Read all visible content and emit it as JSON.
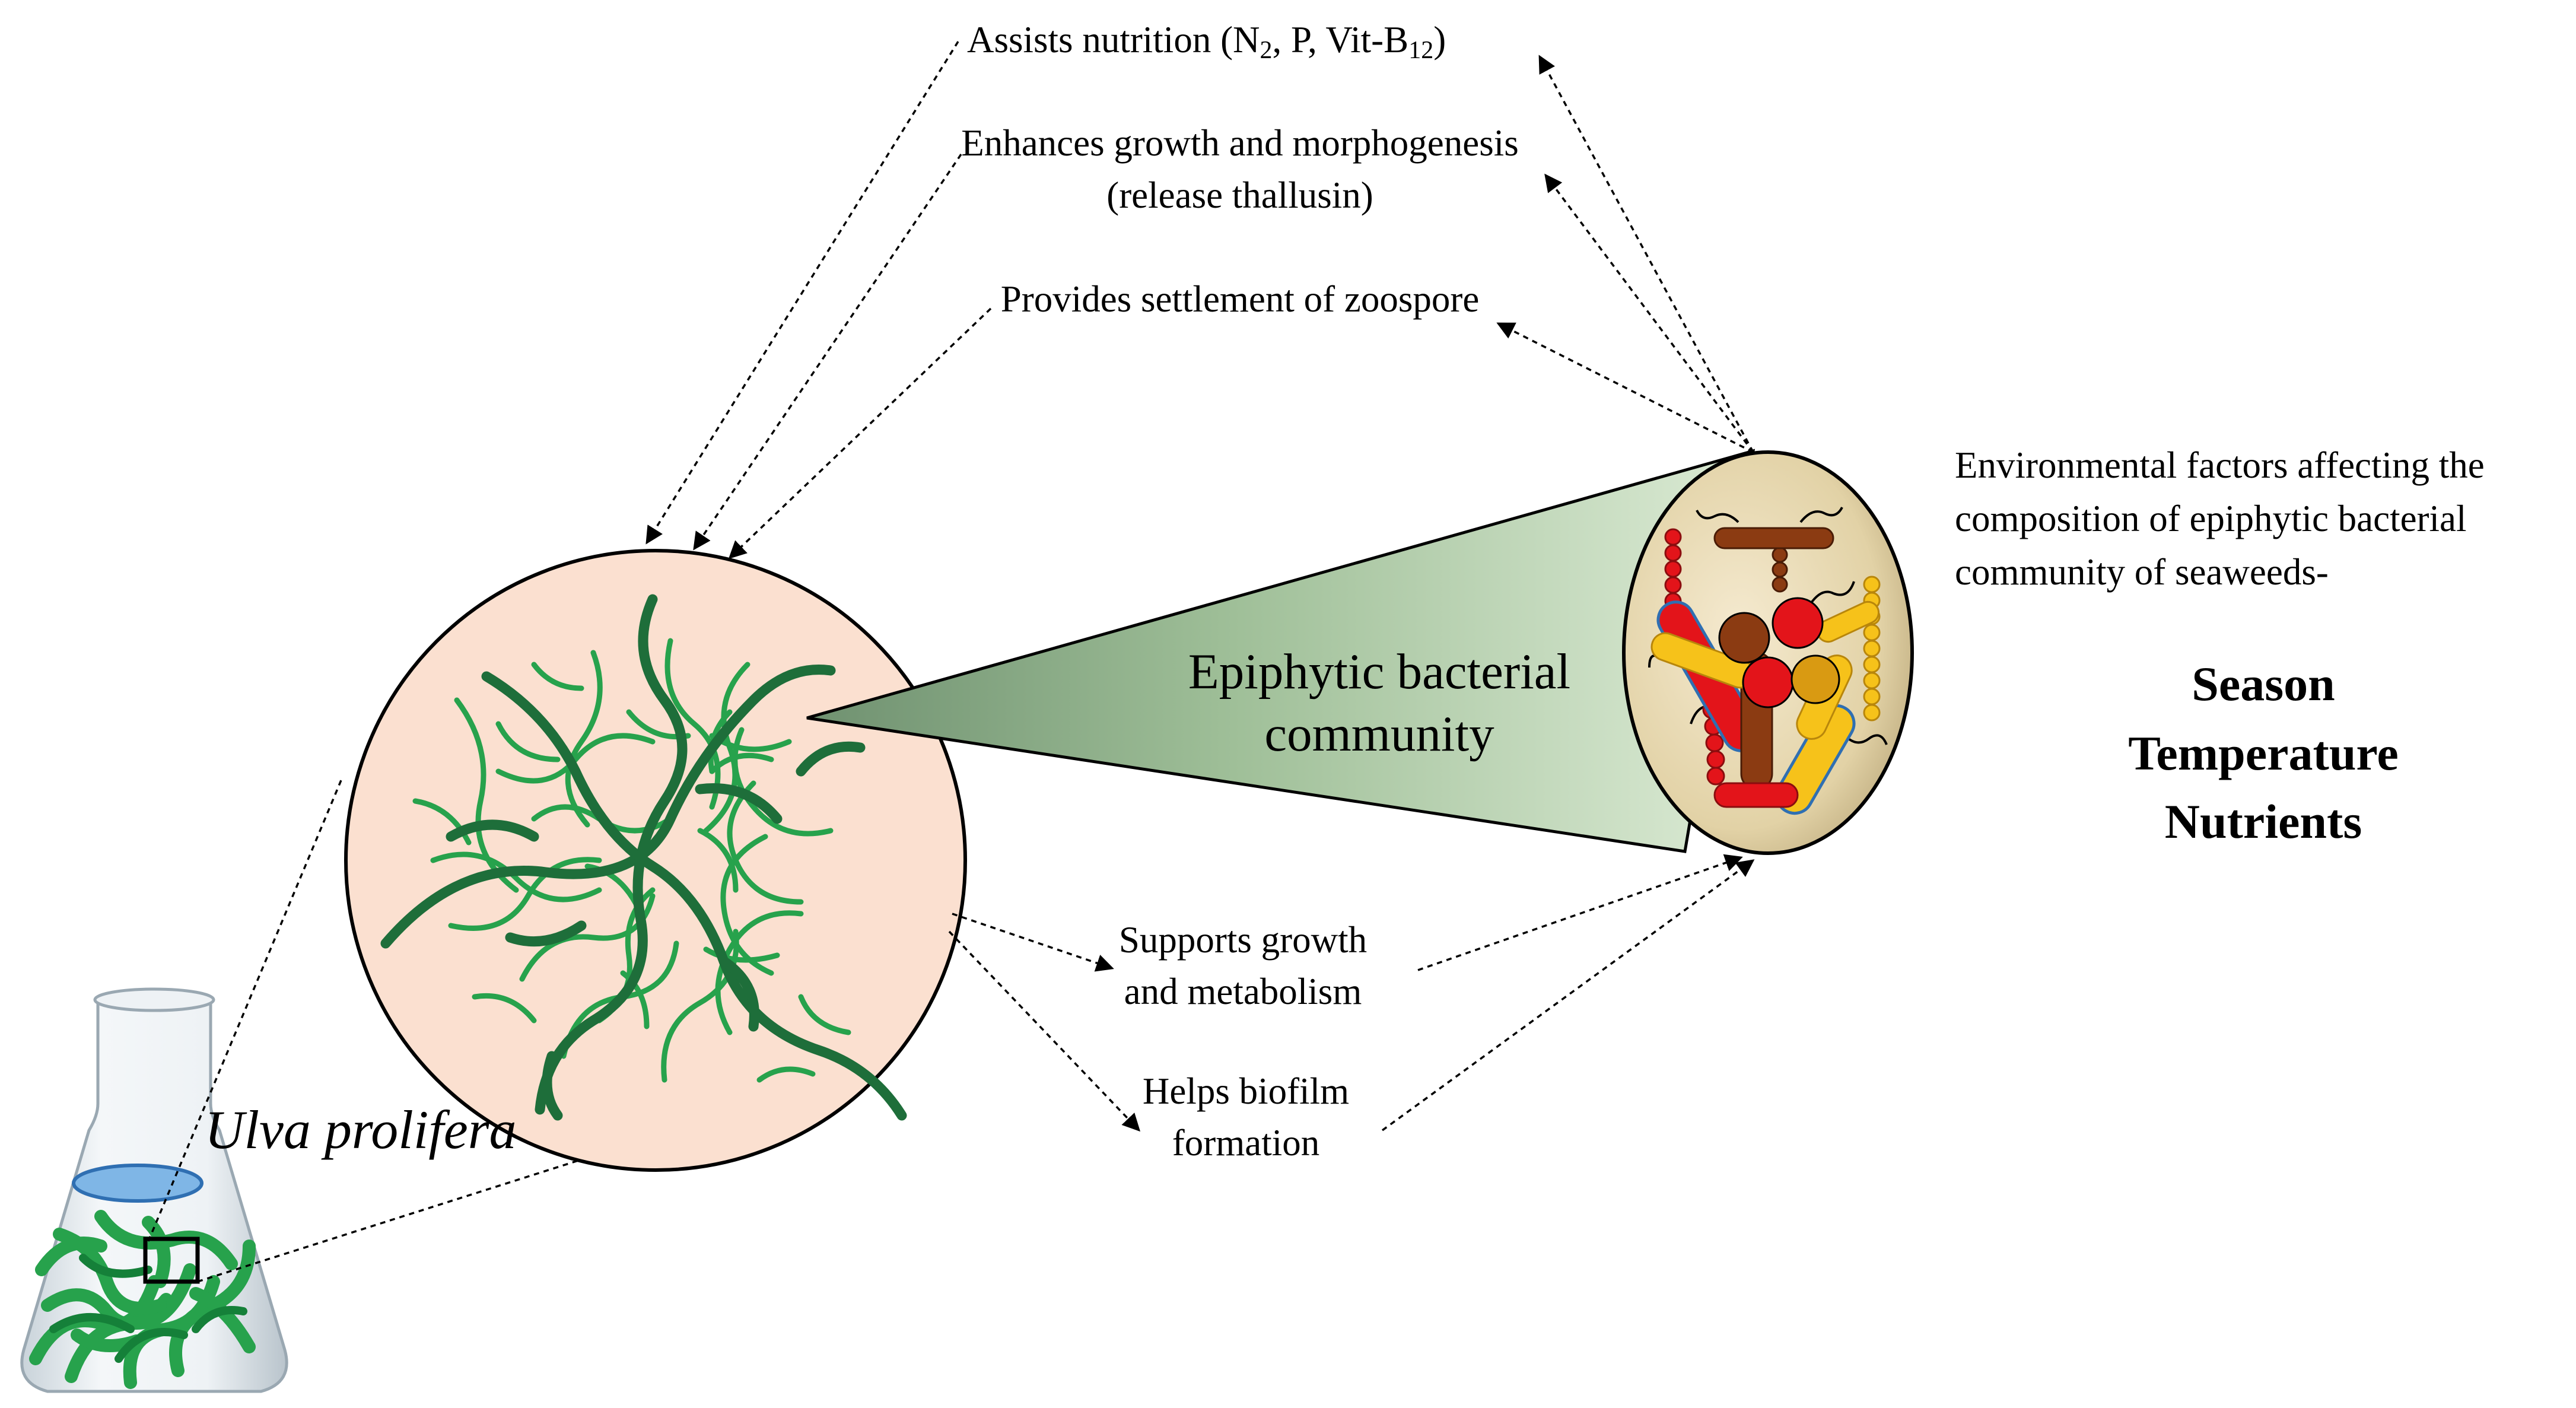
{
  "organism": {
    "name": "Ulva prolifera"
  },
  "zoom_label": {
    "line1": "Epiphytic bacterial",
    "line2": "community"
  },
  "benefits": {
    "nutrition": {
      "text_main": "Assists nutrition (N",
      "sub2": "2",
      "text_mid": ", P, Vit-B",
      "sub12": "12",
      "text_end": ")"
    },
    "growth": {
      "line1": "Enhances growth and morphogenesis",
      "line2": "(release thallusin)"
    },
    "settlement": {
      "text": "Provides settlement of zoospore"
    },
    "metabolism": {
      "line1": "Supports growth",
      "line2": "and metabolism"
    },
    "biofilm": {
      "line1": "Helps biofilm",
      "line2": "formation"
    }
  },
  "environment": {
    "intro_lines": [
      "Environmental factors affecting the",
      "composition of epiphytic bacterial",
      "community of seaweeds-"
    ],
    "factors": [
      "Season",
      "Temperature",
      "Nutrients"
    ]
  },
  "colors": {
    "seaweed_dark": "#1e6e3a",
    "seaweed_light": "#27a24c",
    "circle_fill": "#fbe0d0",
    "cone_fill": "#a9c9a3",
    "ellipse_fill": "#e6d7b0",
    "bacteria_red": "#e3141a",
    "bacteria_yellow": "#f6c21a",
    "bacteria_brown": "#8b3b12",
    "bacteria_gold": "#d99a12",
    "water_blue": "#7fb6e6"
  }
}
